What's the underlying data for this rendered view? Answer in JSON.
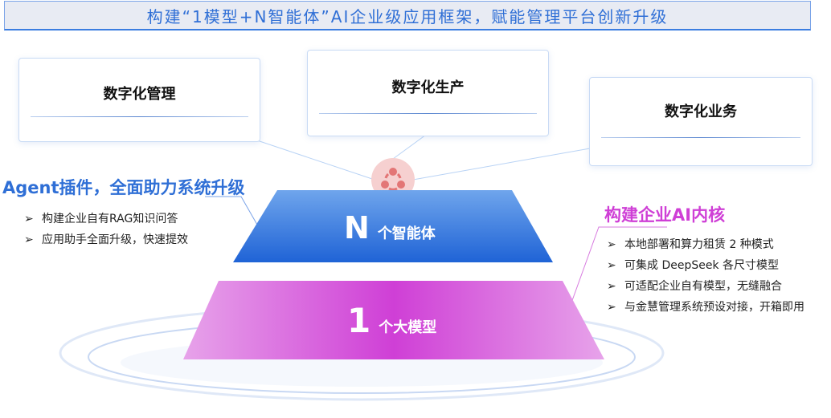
{
  "banner": {
    "title": "构建“1模型+N智能体”AI企业级应用框架，赋能管理平台创新升级"
  },
  "cards": [
    {
      "title": "数字化管理"
    },
    {
      "title": "数字化生产"
    },
    {
      "title": "数字化业务"
    }
  ],
  "agent": {
    "heading": "Agent插件，全面助力系统升级",
    "items": [
      "构建企业自有RAG知识问答",
      "应用助手全面升级，快速提效"
    ]
  },
  "core": {
    "heading": "构建企业AI内核",
    "items": [
      "本地部署和算力租赁 2 种模式",
      "可集成 DeepSeek 各尺寸模型",
      "可适配企业自有模型，无缝融合",
      "与金慧管理系统预设对接，开箱即用"
    ]
  },
  "tiers": {
    "top": {
      "num": "N",
      "label": "个智能体"
    },
    "bottom": {
      "num": "1",
      "label": "个大模型"
    }
  },
  "bullet": "➢",
  "colors": {
    "blue": "#2f6fd6",
    "pink": "#cf3fd6"
  }
}
